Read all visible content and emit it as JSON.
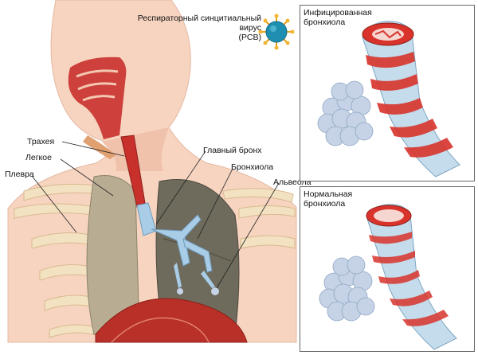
{
  "virus": {
    "caption": "Респираторный синцитиальный\nвирус\n(РСВ)",
    "color": "#1e8fb0",
    "spike_color": "#e8a018"
  },
  "labels": {
    "trachea": "Трахея",
    "lung": "Легкое",
    "pleura": "Плевра",
    "main_bronchus": "Главный бронх",
    "bronchiole": "Бронхиола",
    "alveola": "Альвеола"
  },
  "panels": [
    {
      "title": "Инфицированная\nбронхиола",
      "state": "infected"
    },
    {
      "title": "Нормальная\nбронхиола",
      "state": "normal"
    }
  ],
  "colors": {
    "skin": "#f7d4c0",
    "muscle": "#c8302c",
    "bronchus": "#a9cde6",
    "lung_left": "#b8ad92",
    "lung_right": "#6e6a5c",
    "alveoli": "#c6d3e6",
    "rib": "#f3e2c2",
    "tube_wall": "#c4dcec",
    "tube_red": "#d8342c"
  }
}
